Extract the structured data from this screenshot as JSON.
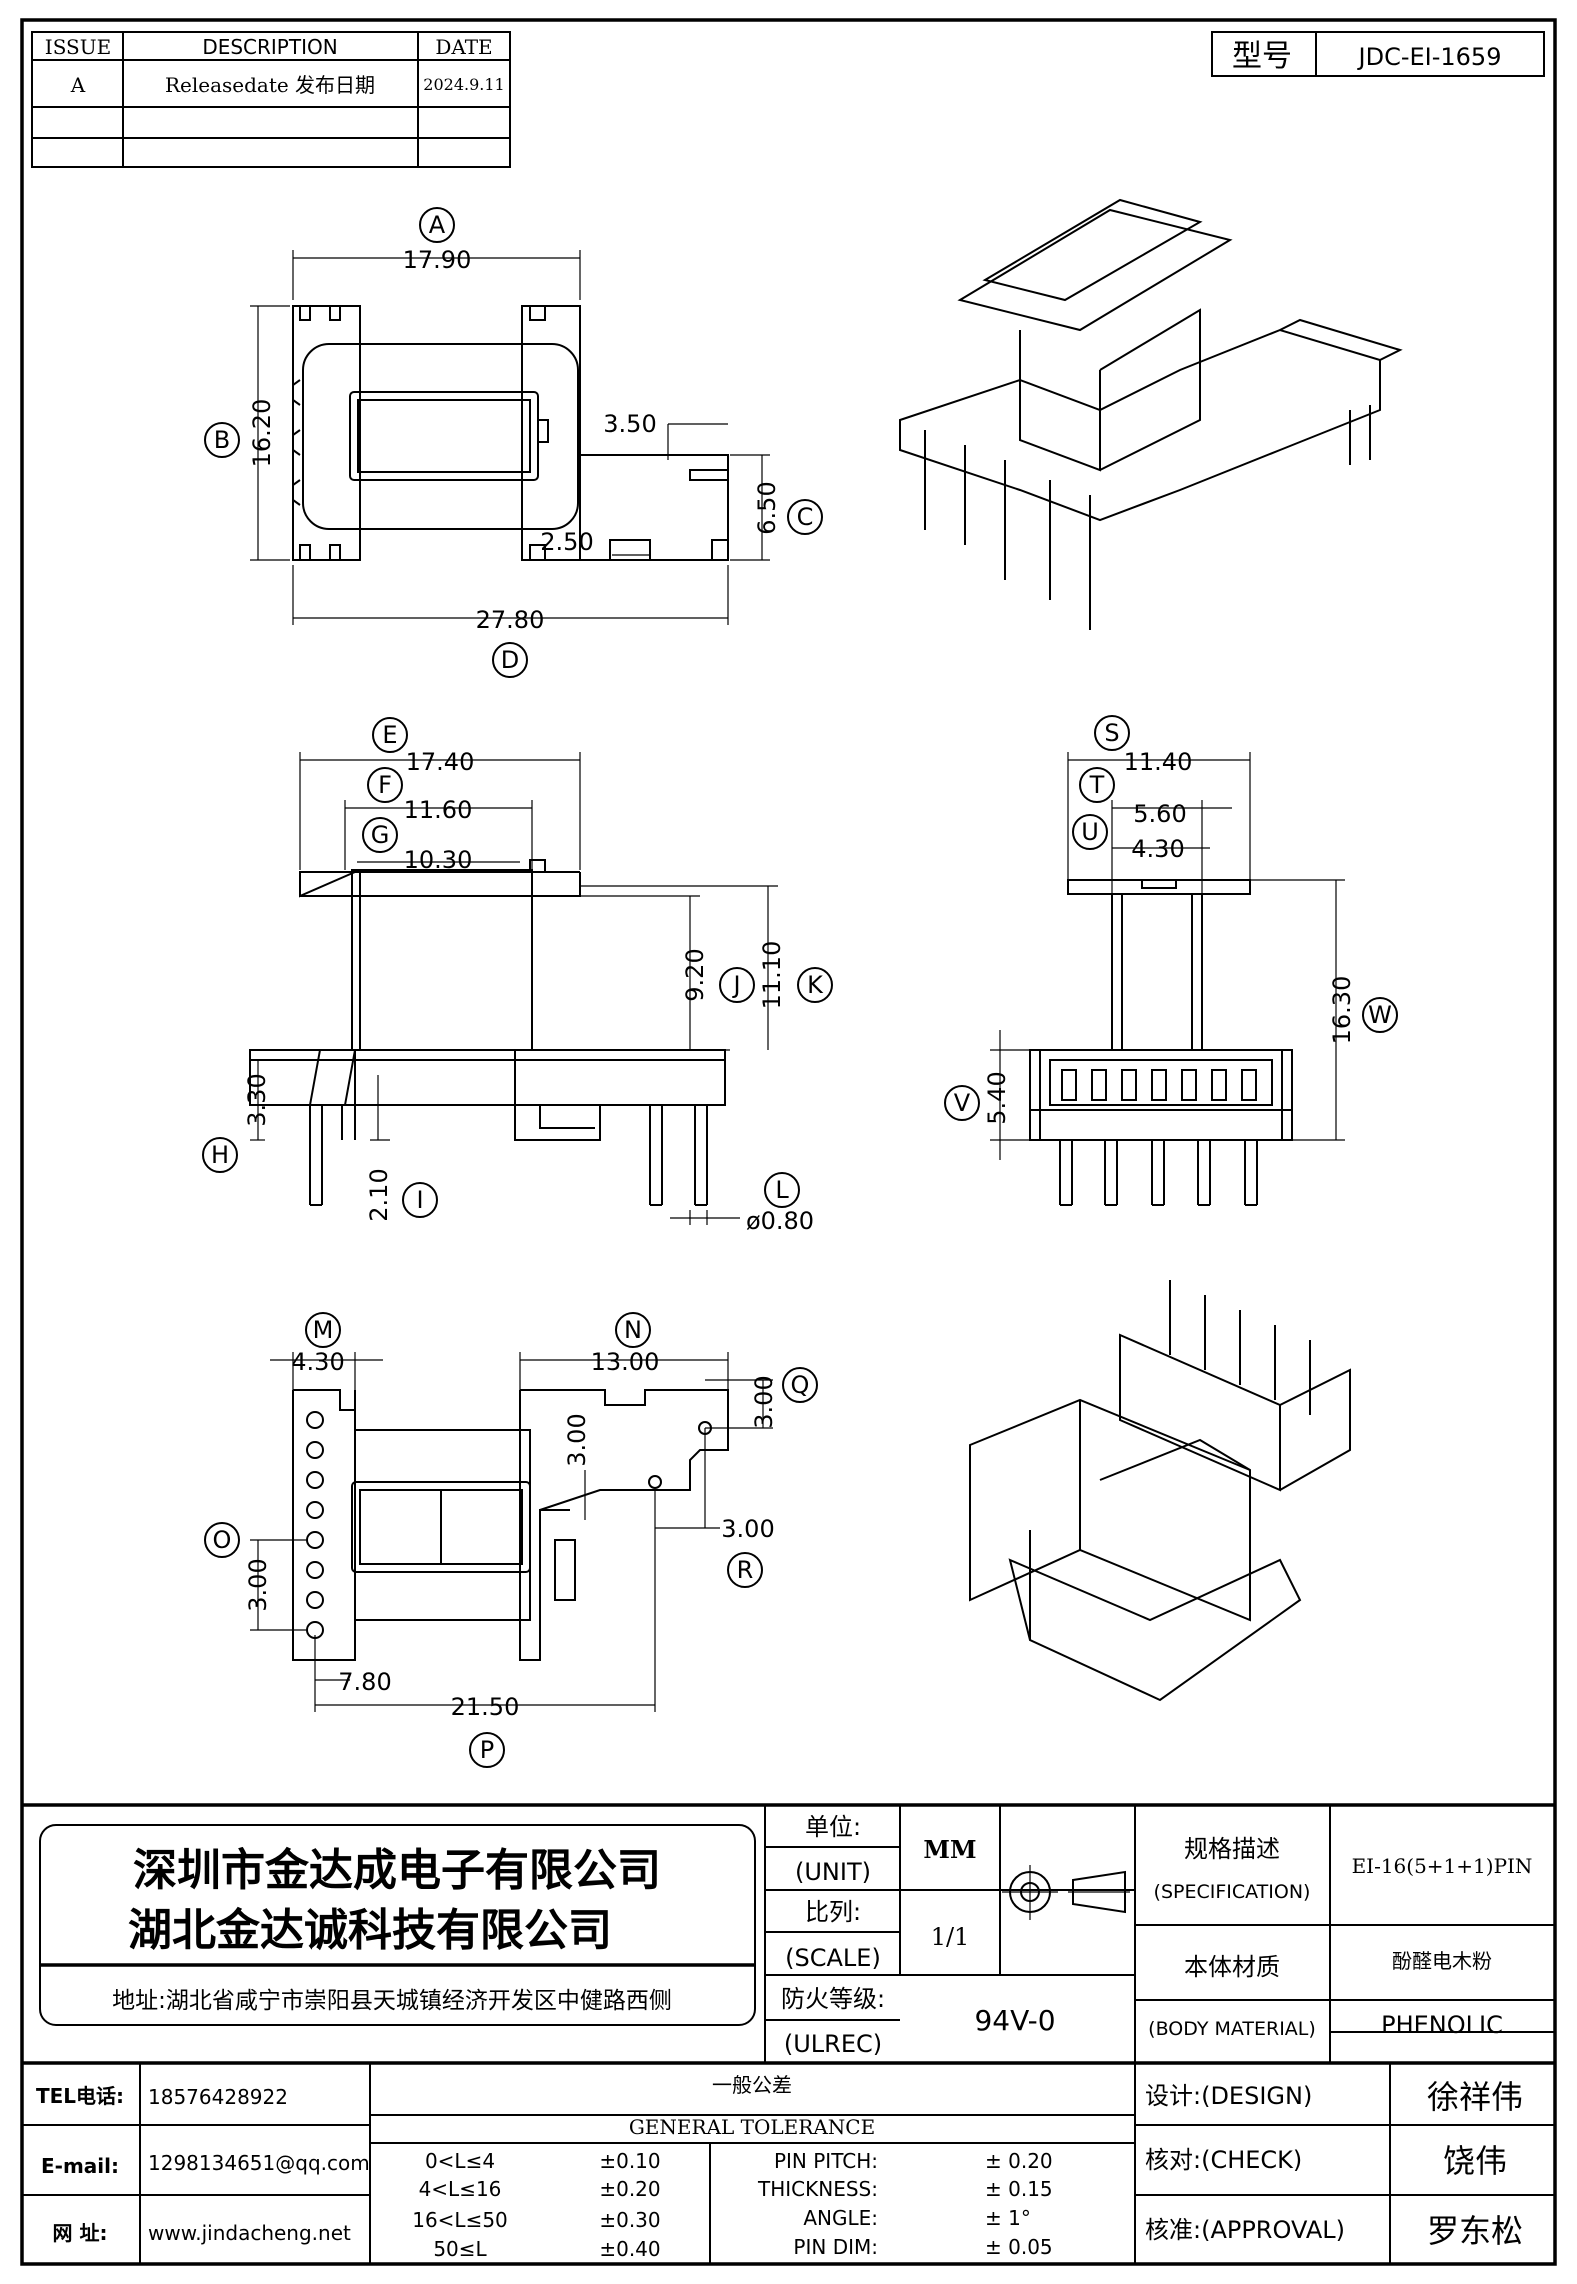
{
  "revision_table": {
    "headers": [
      "ISSUE",
      "DESCRIPTION",
      "DATE"
    ],
    "rows": [
      {
        "issue": "A",
        "description": "Releasedate 发布日期",
        "date": "2024.9.11"
      }
    ]
  },
  "model": {
    "label": "型号",
    "value": "JDC-EI-1659"
  },
  "dimensions": {
    "A": "17.90",
    "B": "16.20",
    "C": "6.50",
    "D": "27.80",
    "s_350": "3.50",
    "s_250": "2.50",
    "E": "17.40",
    "F": "11.60",
    "G": "10.30",
    "H": "3.30",
    "I": "2.10",
    "J": "9.20",
    "K": "11.10",
    "L": "ø0.80",
    "S": "11.40",
    "T": "5.60",
    "U": "4.30",
    "V": "5.40",
    "W": "16.30",
    "M": "4.30",
    "N": "13.00",
    "O": "3.00",
    "P": "21.50",
    "Q": "3.00",
    "R": "3.00",
    "s_300a": "3.00",
    "s_780": "7.80"
  },
  "markers": [
    "A",
    "B",
    "C",
    "D",
    "E",
    "F",
    "G",
    "H",
    "I",
    "J",
    "K",
    "L",
    "S",
    "T",
    "U",
    "V",
    "W",
    "M",
    "N",
    "O",
    "P",
    "Q",
    "R"
  ],
  "company": {
    "name1": "深圳市金达成电子有限公司",
    "name2": "湖北金达诚科技有限公司",
    "address": "地址:湖北省咸宁市崇阳县天城镇经济开发区中健路西侧"
  },
  "title_block": {
    "unit_label": "单位:",
    "unit_label_en": "(UNIT)",
    "unit_value": "MM",
    "scale_label": "比列:",
    "scale_label_en": "(SCALE)",
    "scale_value": "1/1",
    "ulrec_label": "防火等级:",
    "ulrec_label_en": "(ULREC)",
    "ulrec_value": "94V-0",
    "spec_label": "规格描述",
    "spec_label_en": "(SPECIFICATION)",
    "spec_value": "EI-16(5+1+1)PIN",
    "material_label": "本体材质",
    "material_label_en": "(BODY MATERIAL)",
    "material_value_cn": "酚醛电木粉",
    "material_value_en": "PHENOLIC"
  },
  "contact": {
    "tel_label": "TEL电话:",
    "tel": "18576428922",
    "email_label": "E-mail:",
    "email": "1298134651@qq.com",
    "web_label": "网  址:",
    "web": "www.jindacheng.net"
  },
  "tolerance": {
    "title_cn": "一般公差",
    "title_en": "GENERAL  TOLERANCE",
    "ranges": [
      {
        "range": "0<L≤4",
        "tol": "±0.10"
      },
      {
        "range": "4<L≤16",
        "tol": "±0.20"
      },
      {
        "range": "16<L≤50",
        "tol": "±0.30"
      },
      {
        "range": "50≤L",
        "tol": "±0.40"
      }
    ],
    "specs": [
      {
        "name": "PIN PITCH:",
        "tol": "±  0.20"
      },
      {
        "name": "THICKNESS:",
        "tol": "±  0.15"
      },
      {
        "name": "ANGLE:",
        "tol": "±  1°"
      },
      {
        "name": "PIN DIM:",
        "tol": "±  0.05"
      }
    ]
  },
  "signoff": [
    {
      "label": "设计:(DESIGN)",
      "name": "徐祥伟"
    },
    {
      "label": "核对:(CHECK)",
      "name": "饶伟"
    },
    {
      "label": "核准:(APPROVAL)",
      "name": "罗东松"
    }
  ]
}
